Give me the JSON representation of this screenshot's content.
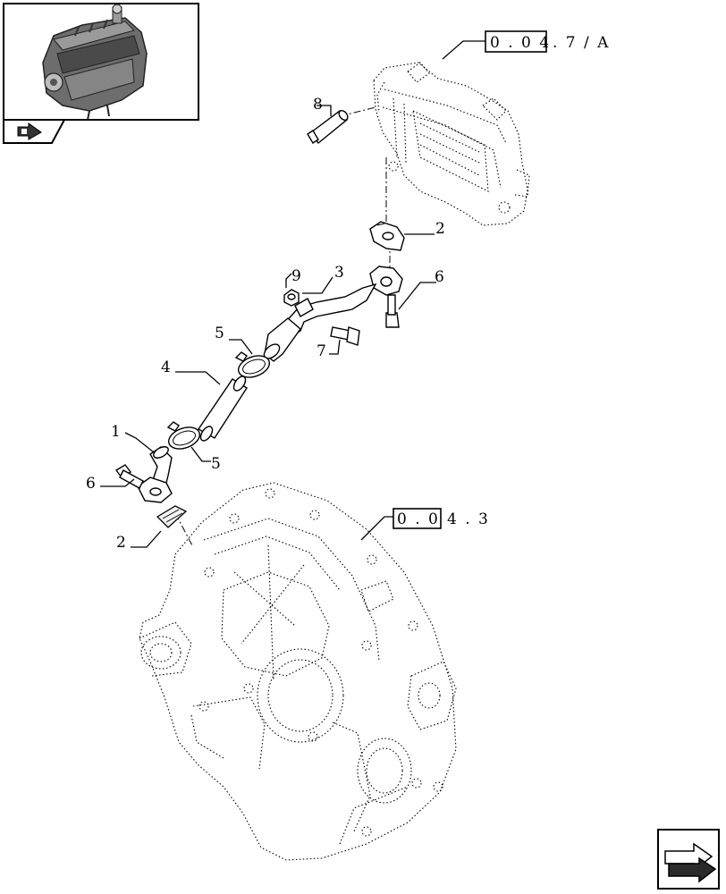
{
  "references": {
    "upper": {
      "boxed": "0 . 0 4",
      "suffix": ". 7 / A"
    },
    "lower": {
      "boxed": "0 . 0",
      "suffix": "4 . 3"
    }
  },
  "callouts": {
    "p1": "1",
    "p2_top": "2",
    "p2_bottom": "2",
    "p3": "3",
    "p4": "4",
    "p5_top": "5",
    "p5_bottom": "5",
    "p6_right": "6",
    "p6_left": "6",
    "p7": "7",
    "p8": "8",
    "p9": "9"
  },
  "icons": {
    "thumbnail": "engine-thumbnail-icon",
    "thumb_tab": "page-turn-arrow-icon",
    "nav": "next-page-arrow-icon"
  }
}
